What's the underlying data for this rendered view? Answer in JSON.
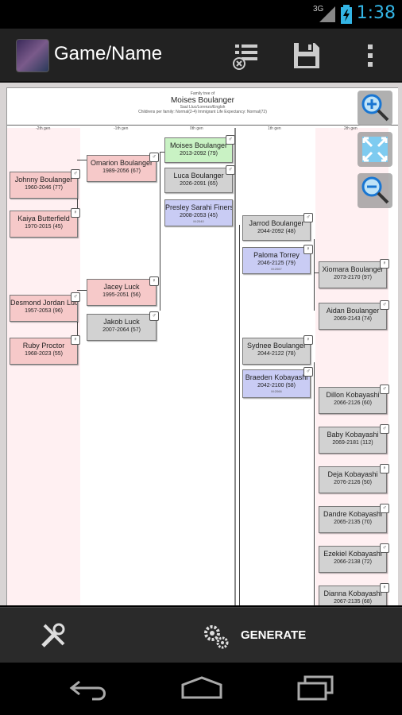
{
  "status": {
    "network": "3G",
    "time": "1:38"
  },
  "actionbar": {
    "title": "Game/Name"
  },
  "tree": {
    "header_small": "Family tree of",
    "root_name": "Moises Boulanger",
    "header_line2": "Saul Lluc/Lorenzo/Englsh",
    "header_line3": "Childrens per family: Normal(2-4) Immigrant Life Expectancy: Normal(72)",
    "gen_labels": [
      "-2th gen",
      "-1th gen",
      "0th gen",
      "1th gen",
      "2th gen"
    ],
    "people": [
      {
        "name": "Johnny Boulanger",
        "dates": "1960-2046 (77)",
        "extra": ""
      },
      {
        "name": "Kaiya Butterfield",
        "dates": "1970-2015 (45)",
        "extra": ""
      },
      {
        "name": "Desmond Jordan Luck",
        "dates": "1957-2053 (96)",
        "extra": ""
      },
      {
        "name": "Ruby Proctor",
        "dates": "1968-2023 (55)",
        "extra": ""
      },
      {
        "name": "Omarion Boulanger",
        "dates": "1989-2056 (67)",
        "extra": ""
      },
      {
        "name": "Jacey Luck",
        "dates": "1995-2051 (56)",
        "extra": ""
      },
      {
        "name": "Jakob Luck",
        "dates": "2007-2064 (57)",
        "extra": ""
      },
      {
        "name": "Moises Boulanger",
        "dates": "2013-2092 (79)",
        "extra": ""
      },
      {
        "name": "Luca Boulanger",
        "dates": "2026-2091 (65)",
        "extra": ""
      },
      {
        "name": "Presley Sarahi Finers",
        "dates": "2008-2053 (45)",
        "extra": "M:2040"
      },
      {
        "name": "Jarrod Boulanger",
        "dates": "2044-2092 (48)",
        "extra": ""
      },
      {
        "name": "Paloma Torrey",
        "dates": "2046-2125 (79)",
        "extra": "M:2067"
      },
      {
        "name": "Sydnee Boulanger",
        "dates": "2044-2122 (78)",
        "extra": ""
      },
      {
        "name": "Braeden Kobayashi",
        "dates": "2042-2100 (58)",
        "extra": "M:2066"
      },
      {
        "name": "Xiomara Boulanger",
        "dates": "2073-2170 (97)",
        "extra": ""
      },
      {
        "name": "Aidan Boulanger",
        "dates": "2069-2143 (74)",
        "extra": ""
      },
      {
        "name": "Dillon Kobayashi",
        "dates": "2066-2126 (60)",
        "extra": ""
      },
      {
        "name": "Baby Kobayashi",
        "dates": "2069-2181 (112)",
        "extra": ""
      },
      {
        "name": "Deja Kobayashi",
        "dates": "2076-2126 (50)",
        "extra": ""
      },
      {
        "name": "Dandre Kobayashi",
        "dates": "2065-2135 (70)",
        "extra": ""
      },
      {
        "name": "Ezekiel Kobayashi",
        "dates": "2066-2138 (72)",
        "extra": ""
      },
      {
        "name": "Dianna Kobayashi",
        "dates": "2067-2135 (68)",
        "extra": ""
      }
    ]
  },
  "bottombar": {
    "generate_label": "GENERATE"
  },
  "icons": {
    "settings": "tools-icon",
    "generate": "gears-icon",
    "back": "back-icon",
    "home": "home-icon",
    "recent": "recent-apps-icon",
    "remove_list": "remove-list-icon",
    "save": "save-icon",
    "overflow": "overflow-menu-icon",
    "zoom_in": "zoom-in-icon",
    "fit": "fit-screen-icon",
    "zoom_out": "zoom-out-icon",
    "gender": "gender-symbol-icon"
  },
  "colors": {
    "accent": "#33b5e5",
    "male_bg": "#d2d2d2",
    "female_bg": "#f6c9c9",
    "spouse_bg": "#c9ccf4",
    "root_bg": "#c9f2c4"
  }
}
